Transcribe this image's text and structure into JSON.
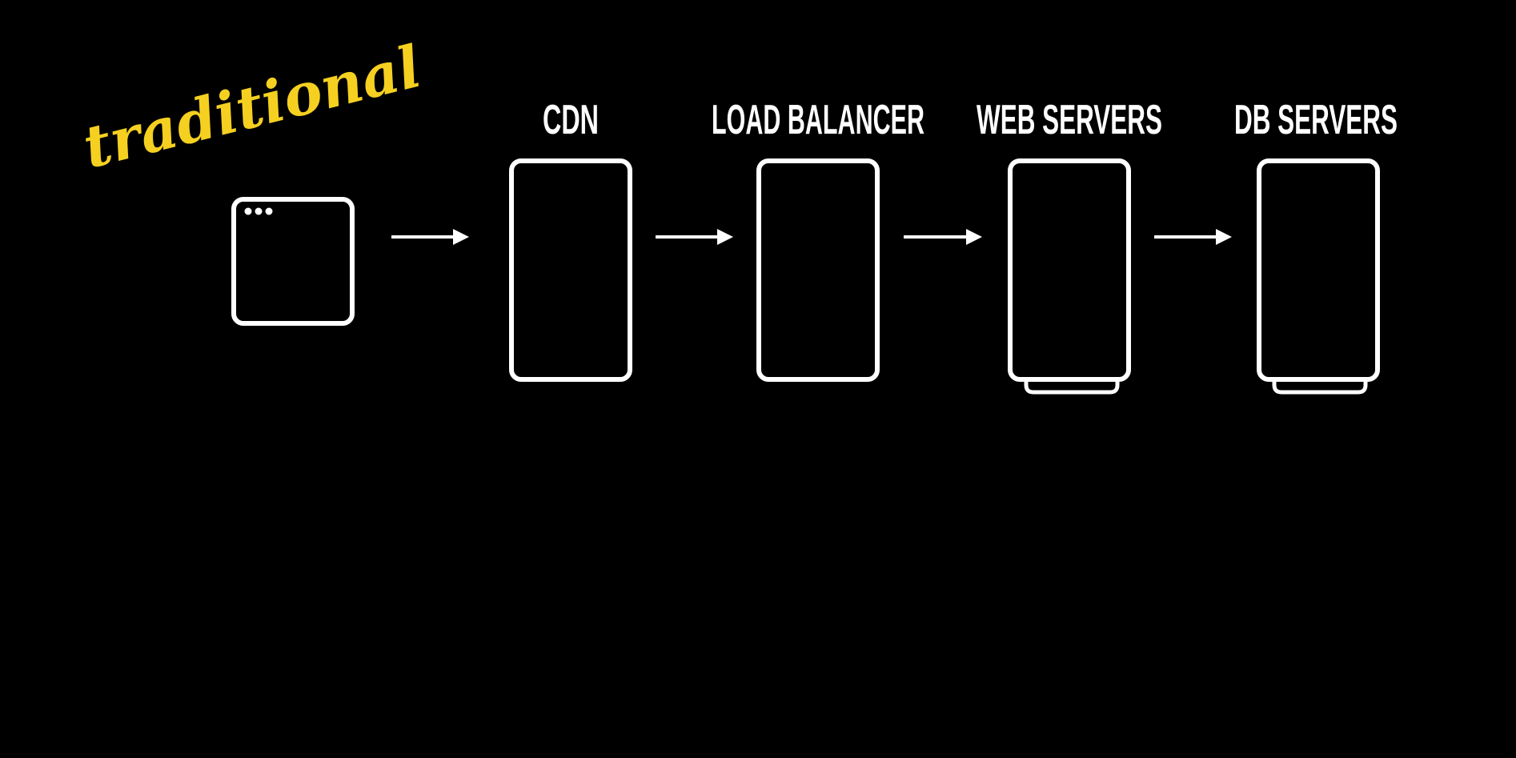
{
  "heading": "traditional",
  "nodes": [
    {
      "id": "browser",
      "label": "",
      "icon": "browser-window-icon",
      "stacked": false
    },
    {
      "id": "cdn",
      "label": "CDN",
      "icon": "server-icon",
      "stacked": false
    },
    {
      "id": "load-balancer",
      "label": "LOAD BALANCER",
      "icon": "server-icon",
      "stacked": false
    },
    {
      "id": "web-servers",
      "label": "WEB SERVERS",
      "icon": "server-stack-icon",
      "stacked": true
    },
    {
      "id": "db-servers",
      "label": "DB SERVERS",
      "icon": "server-stack-icon",
      "stacked": true
    }
  ],
  "colors": {
    "background": "#000000",
    "foreground": "#ffffff",
    "accent": "#f5d020"
  }
}
